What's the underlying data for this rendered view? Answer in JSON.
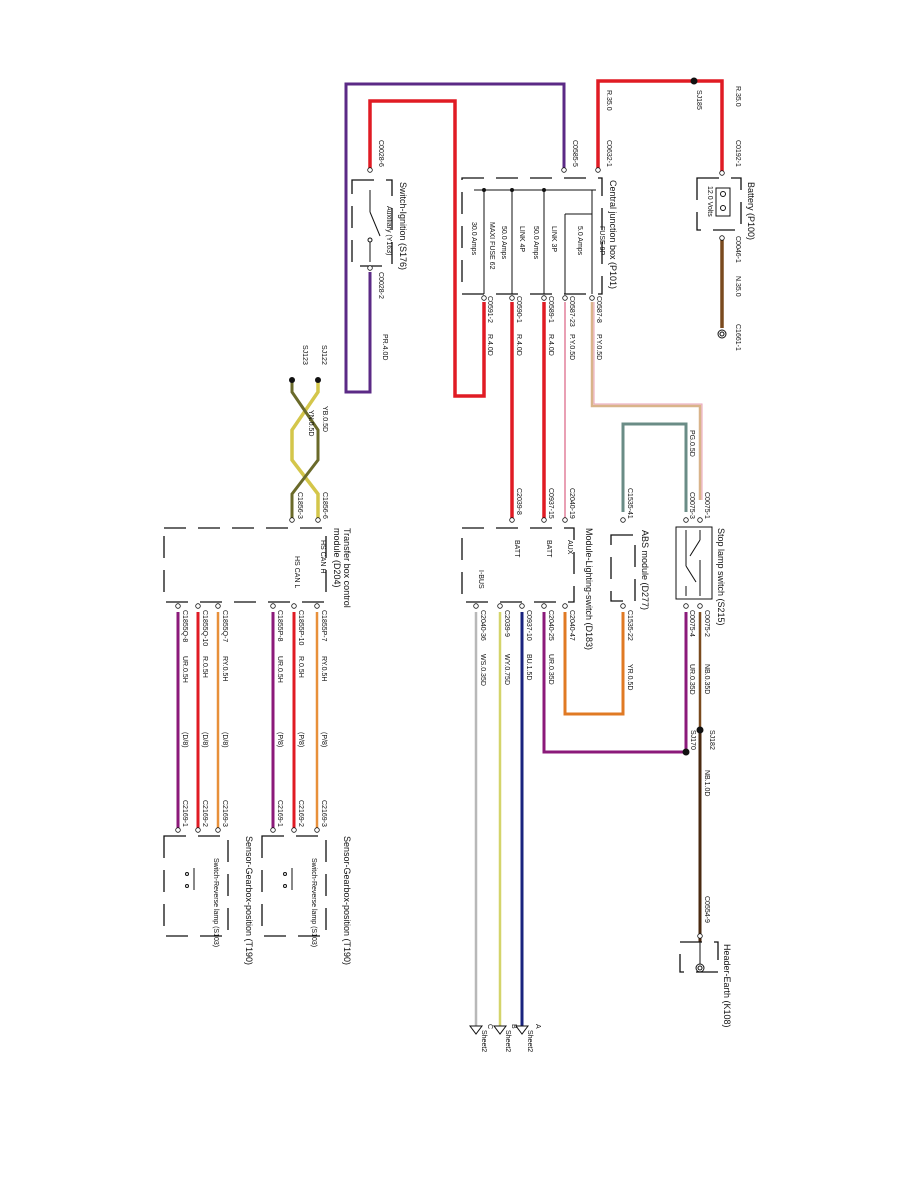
{
  "components": {
    "battery_title": "Battery (P100)",
    "battery_volts": "12.0 Volts",
    "cjb_title": "Central junction box (P101)",
    "ignition_title": "Switch-Ignition (S176)",
    "ignition_aux": "Auxiliary (Y163)",
    "stoplamp_title": "Stop lamp switch (S215)",
    "abs_title": "ABS module (D277)",
    "lighting_title": "Module-Lighting-switch (D183)",
    "transfer_title": "Transfer box control module (D204)",
    "gearbox_title_1": "Sensor-Gearbox-position (T190)",
    "gearbox_title_2": "Sensor-Gearbox-position (T190)",
    "reverse_1": "Switch-Reverse lamp (S103)",
    "reverse_2": "Switch-Reverse lamp (S103)",
    "header_earth_title": "Header-Earth (K108)"
  },
  "fuses": {
    "f1": "FUSE 9P",
    "f1_amps": "5.0 Amps",
    "f2": "LINK 3P",
    "f2_amps": "50.0 Amps",
    "f3": "LINK 4P",
    "f3_amps": "50.0 Amps",
    "f4": "MAXI FUSE 62",
    "f4_amps": "30.0 Amps"
  },
  "splices": [
    "SJ185",
    "SJ182",
    "SJ170",
    "SJ122",
    "SJ123"
  ],
  "connectors": {
    "c0192": "C0192-1",
    "c0046": "C0046-1",
    "c1661": "C1661-1",
    "c0632": "C0632-1",
    "c0585": "C0585-5",
    "c0028_6": "C0028-6",
    "c0028_2": "C0028-2",
    "c0587_8": "C0587-8",
    "c0587_23": "C0587-23",
    "c0589": "C0589-1",
    "c0590": "C0590-1",
    "c0591": "C0591-2",
    "c0075_1": "C0075-1",
    "c0075_3": "C0075-3",
    "c1535_41": "C1535-41",
    "c2040_19": "C2040-19",
    "c0937_15": "C0937-15",
    "c2039_8": "C2039-8",
    "c1856_6": "C1856-6",
    "c1856_3": "C1856-3",
    "c0075_2": "C0075-2",
    "c0075_4": "C0075-4",
    "c1535_22": "C1535-22",
    "c2040_47": "C2040-47",
    "c2040_25": "C2040-25",
    "c0937_10": "C0937-10",
    "c2039_9": "C2039-9",
    "c2040_36": "C2040-36",
    "c1855p_7": "C1855P-7",
    "c1855p_10": "C1855P-10",
    "c1855p_8": "C1855P-8",
    "c1855q_7": "C1855Q-7",
    "c1855q_10": "C1855Q-10",
    "c1855q_8": "C1855Q-8",
    "c2169_3": "C2169-3",
    "c2169_2": "C2169-2",
    "c2169_1": "C2169-1",
    "c2169_3b": "C2169-3",
    "c2169_2b": "C2169-2",
    "c2169_1b": "C2169-1",
    "c0554": "C0554-9"
  },
  "wires": {
    "r35": "R.35.0",
    "r35b": "R.35.0",
    "n35": "N.35.0",
    "pr4": "PR.4.0D",
    "r4a": "R.4.0D",
    "r4b": "R.4.0D",
    "r4c": "R.4.0D",
    "py05a": "P.Y.0.5D",
    "py05b": "P.Y.0.5D",
    "yb05": "YB.0.5D",
    "yn05": "YN.0.5D",
    "pg05": "PG.0.5D",
    "nb035": "NB.0.35D",
    "ur035a": "UR.0.35D",
    "yr05": "YR.0.5D",
    "ur035b": "UR.0.35D",
    "bu15": "BU.1.5D",
    "wy075": "WY.0.75D",
    "ws035": "WS.0.35D",
    "nb1": "NB.1.0D",
    "ry05a": "RY.0.5H",
    "r05a": "R.0.5H",
    "ur05a": "UR.0.5H",
    "ry05b": "RY.0.5H",
    "r05b": "R.0.5H",
    "ur05b": "UR.0.5H"
  },
  "pins": {
    "hscanh": "HS CAN H",
    "hscanl": "HS CAN L",
    "aux": "AUX",
    "batt1": "BATT",
    "batt2": "BATT",
    "ibus": "I-BUS"
  },
  "harness": {
    "p8a": "(P/8)",
    "p8b": "(P/8)",
    "p8c": "(P/8)",
    "d8a": "(D/8)",
    "d8b": "(D/8)",
    "d8c": "(D/8)"
  },
  "sheets": {
    "a": "A",
    "a_ref": "Sheet2",
    "b": "B",
    "b_ref": "Sheet2",
    "c": "C",
    "c_ref": "Sheet2"
  },
  "colors": {
    "red": "#e01b24",
    "purple": "#5b2a86",
    "brown": "#7a4a1e",
    "pink": "#e9a0b4",
    "tan": "#d9b48a",
    "teal": "#6a8c86",
    "orange": "#e07a24",
    "magenta": "#8b1a7a",
    "navy": "#1a237e",
    "yellow": "#d4d46a",
    "grey": "#b0b0b0",
    "olive": "#7a6a2a"
  }
}
